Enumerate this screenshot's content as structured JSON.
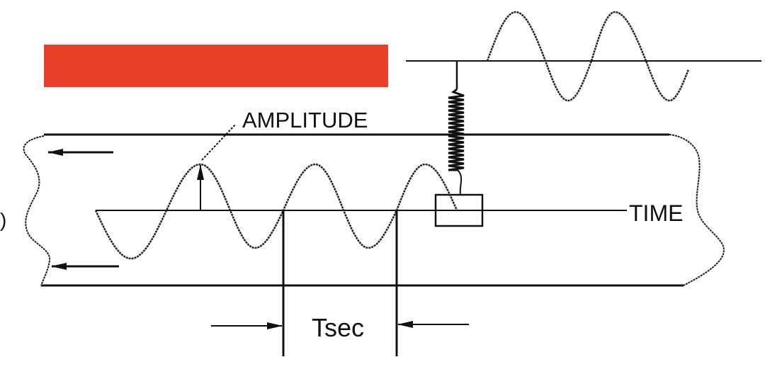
{
  "labels": {
    "amplitude": "AMPLITUDE",
    "time": "TIME",
    "period": "Tsec",
    "edge_paren": ")"
  },
  "colors": {
    "redaction": "#e8402a",
    "ink": "#111111"
  }
}
